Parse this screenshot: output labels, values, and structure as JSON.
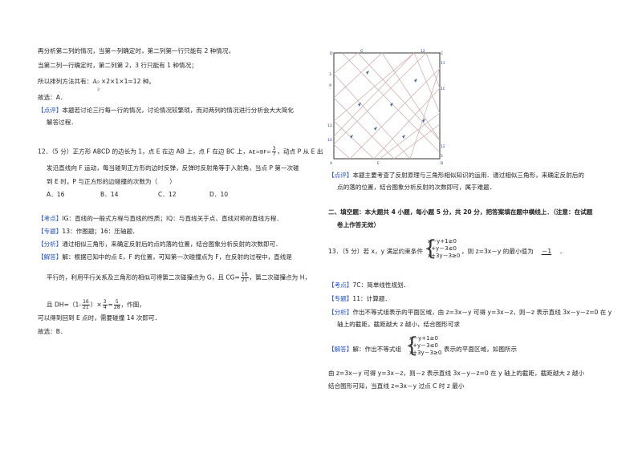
{
  "left": {
    "p1": "再分析第二列的情况，当第一列确定时，第二列第一行只能有 2 种情况，",
    "p2": "当第二列一行确定时，第二列第 2，3 行只能有 1 种情况；",
    "p3_pre": "所以排列方法共有：",
    "p3_formula": "A",
    "p3_sup": "3",
    "p3_sub": "3",
    "p3_post": "×2×1×1=12 种。",
    "p4": "故选：A．",
    "comment_tag": "【点评】",
    "comment_1": "本题若讨论三行每一行的情况，讨论情况较繁琐，而对两列的情况进行分析会大大简化",
    "comment_2": "解答过程．",
    "q12_1a": "12．（5 分）正方形 ABCD 的边长为 1，点 E 在边 AB 上，点 F 在边 BC 上，",
    "q12_ae": "AE=BF=",
    "q12_frac_num": "3",
    "q12_frac_den": "7",
    "q12_1b": "，动点 P 从 E 出",
    "q12_2": "发沿直线向 F 运动，每当碰到正方形的边时反弹，反弹时反射角等于入射角，当点 P 第一次碰",
    "q12_3": "到 E 时，P 与正方形的边碰撞的次数为（　　）",
    "opt_a": "A．16",
    "opt_b": "B．14",
    "opt_c": "C．12",
    "opt_d": "D．10",
    "kd_tag": "【考点】",
    "kd_text": "IG：直线的一般式方程与直线的性质；IQ：与直线关于点、直线对称的直线方程．",
    "zt_tag": "【专题】",
    "zt_text": "13：作图题；16：压轴题．",
    "fx_tag": "【分析】",
    "fx_text": "通过相似三角形，来确定反射后的点的落的位置，结合图象分析反射的次数即可．",
    "jd_tag": "【解答】",
    "jd_1": "解：根据已知中的点 E，F 的位置，可知第一次碰撞点为 F，在反射的过程中，直线是",
    "jd_2a": "平行的，利用平行关系及三角形的相似可得第二次碰撞点为 G，且 CG=",
    "jd_2_num": "16",
    "jd_2_den": "21",
    "jd_2b": "，第二次碰撞点为 H，",
    "jd_3a": "且 DH=（1-",
    "jd_3_n1": "16",
    "jd_3_d1": "21",
    "jd_3b": "）×",
    "jd_3_n2": "3",
    "jd_3_d2": "4",
    "jd_3c": "=",
    "jd_3_n3": "5",
    "jd_3_d3": "28",
    "jd_3d": "，作图，",
    "jd_4": "可以得到回到 E 点时，需要碰撞 14 次即可．",
    "jd_5": "故选：B．"
  },
  "figure": {
    "labels": [
      "D",
      "G",
      "12",
      "C",
      "13",
      "3",
      "9",
      "10",
      "13",
      "10",
      "12",
      "5",
      "A",
      "E",
      "B"
    ]
  },
  "right": {
    "comment_tag": "【点评】",
    "comment_1": "本题主要考查了反射原理与三角形相似知识的运用．通过相似三角形，来确定反射后的",
    "comment_2": "点的落的位置，结合图象分析反射的次数即可，属于难题．",
    "section_1": "二、填空题：本大题共 4 小题，每小题 5 分，共 20 分，把答案填在题中横线上．（注意：在试题",
    "section_2": "卷上作答无效）",
    "q13_pre": "13．（5 分）若 x，y 满足约束条件",
    "q13_c1": "x－y+1≥0",
    "q13_c2": "x+y－3≤0",
    "q13_c3": "x+3y－3≥0",
    "q13_post": "，则 z=3x－y 的最小值为",
    "q13_answer": "－1",
    "q13_end": "．",
    "kd_tag": "【考点】",
    "kd_text": "7C：简单线性规划．",
    "zt_tag": "【专题】",
    "zt_text": "11：计算题．",
    "fx_tag": "【分析】",
    "fx_1": "作出不等式组表示的平面区域，由 z=3x－y 可得 y=3x－z，则－z 表示直线 3x－y－z=0 在 y",
    "fx_2": "轴上的截距，截距越大 z 越小，结合图形可求",
    "jd_tag": "【解答】",
    "jd_pre": "解：作出不等式组",
    "jd_c1": "x－y+1≥0",
    "jd_c2": "x+y－3≤0",
    "jd_c3": "x+3y－3≥0",
    "jd_post": "表示的平面区域，如图所示",
    "jd_2": "由 z=3x－y 可得 y=3x－z，则－z 表示直线 3x－y－z=0 在 y 轴上的截距，截距越大 z 越小",
    "jd_3": "结合图形可知，当直线 z=3x－y 过点 C 时 z 最小"
  }
}
